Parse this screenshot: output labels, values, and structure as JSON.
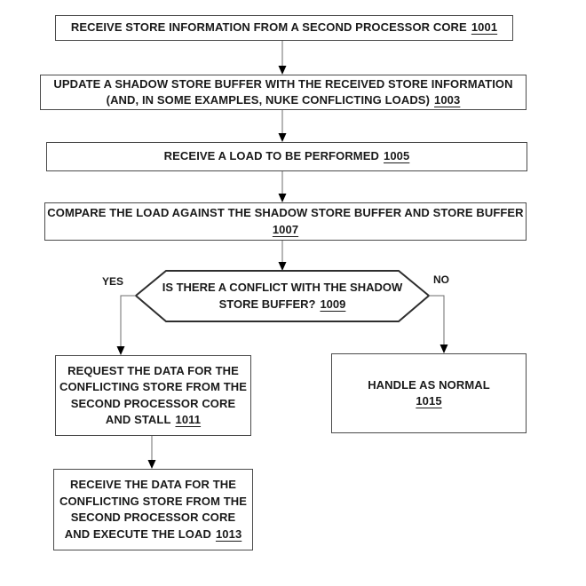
{
  "figure": {
    "type": "flowchart",
    "colors": {
      "background": "#ffffff",
      "box_border": "#4a4a4a",
      "hexagon_border": "#2e2e2e",
      "connector_line": "#6e6e6e",
      "arrowhead": "#000000",
      "text": "#1a1a1a"
    },
    "nodes": {
      "n1001": {
        "shape": "rectangle",
        "line1": "RECEIVE STORE INFORMATION FROM A SECOND PROCESSOR CORE",
        "ref": "1001"
      },
      "n1003": {
        "shape": "rectangle",
        "line1": "UPDATE A SHADOW STORE BUFFER WITH THE RECEIVED STORE INFORMATION",
        "line2": "(AND, IN SOME EXAMPLES, NUKE CONFLICTING LOADS)",
        "ref": "1003"
      },
      "n1005": {
        "shape": "rectangle",
        "line1": "RECEIVE A LOAD TO BE PERFORMED",
        "ref": "1005"
      },
      "n1007": {
        "shape": "rectangle",
        "line1": "COMPARE THE LOAD AGAINST THE SHADOW STORE BUFFER AND STORE BUFFER",
        "ref": "1007"
      },
      "n1009": {
        "shape": "hexagon-decision",
        "line1": "IS THERE A CONFLICT WITH THE SHADOW",
        "line2": "STORE BUFFER?",
        "ref": "1009"
      },
      "n1011": {
        "shape": "rectangle",
        "line1": "REQUEST THE DATA FOR THE",
        "line2": "CONFLICTING STORE FROM THE",
        "line3": "SECOND PROCESSOR CORE",
        "line4": "AND STALL",
        "ref": "1011"
      },
      "n1015": {
        "shape": "rectangle",
        "line1": "HANDLE AS NORMAL",
        "ref": "1015"
      },
      "n1013": {
        "shape": "rectangle",
        "line1": "RECEIVE THE DATA FOR THE",
        "line2": "CONFLICTING STORE FROM THE",
        "line3": "SECOND PROCESSOR CORE",
        "line4": "AND EXECUTE THE LOAD",
        "ref": "1013"
      }
    },
    "labels": {
      "yes": "YES",
      "no": "NO"
    },
    "edges": [
      {
        "from": "1001",
        "to": "1003",
        "label": ""
      },
      {
        "from": "1003",
        "to": "1005",
        "label": ""
      },
      {
        "from": "1005",
        "to": "1007",
        "label": ""
      },
      {
        "from": "1007",
        "to": "1009",
        "label": ""
      },
      {
        "from": "1009",
        "to": "1011",
        "label": "YES"
      },
      {
        "from": "1009",
        "to": "1015",
        "label": "NO"
      },
      {
        "from": "1011",
        "to": "1013",
        "label": ""
      }
    ]
  }
}
